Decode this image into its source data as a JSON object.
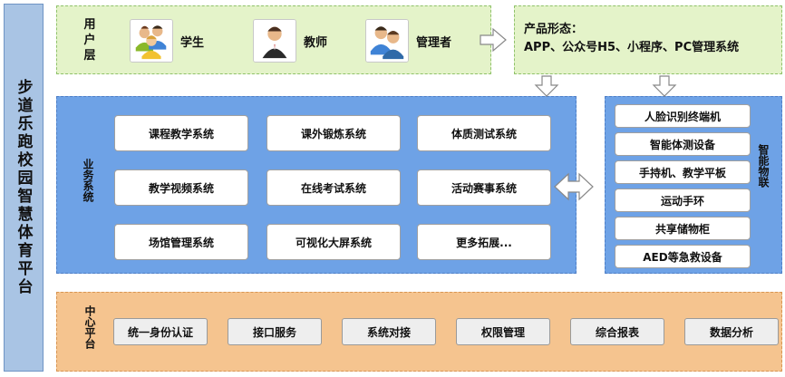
{
  "title": "步道乐跑校园智慧体育平台",
  "user_layer": {
    "label": [
      "用",
      "户",
      "层"
    ],
    "users": [
      {
        "name": "学生",
        "icon": "students-icon"
      },
      {
        "name": "教师",
        "icon": "teacher-icon"
      },
      {
        "name": "管理者",
        "icon": "managers-icon"
      }
    ]
  },
  "product": {
    "line1": "产品形态：",
    "line2": "APP、公众号H5、小程序、PC管理系统"
  },
  "business_layer": {
    "label": "业务系统",
    "systems": [
      [
        "课程教学系统",
        "课外锻炼系统",
        "体质测试系统"
      ],
      [
        "教学视频系统",
        "在线考试系统",
        "活动赛事系统"
      ],
      [
        "场馆管理系统",
        "可视化大屏系统",
        "更多拓展..."
      ]
    ]
  },
  "iot_layer": {
    "label": "智能物联",
    "devices": [
      "人脸识别终端机",
      "智能体测设备",
      "手持机、教学平板",
      "运动手环",
      "共享储物柜",
      "AED等急救设备"
    ]
  },
  "center_platform": {
    "label": "中心平台",
    "modules": [
      "统一身份认证",
      "接口服务",
      "系统对接",
      "权限管理",
      "综合报表",
      "数据分析"
    ]
  },
  "colors": {
    "user_layer_bg": "#e4f3c9",
    "business_bg": "#6ea2e6",
    "center_bg": "#f5c48f",
    "title_bg": "#a9c4e4"
  }
}
